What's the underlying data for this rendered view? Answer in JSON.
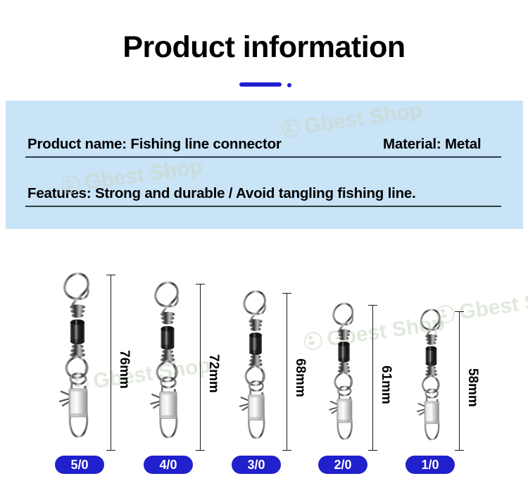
{
  "header": {
    "title": "Product information",
    "accent_color": "#1f1fd0"
  },
  "info_panel": {
    "background_color": "#c9e3f7",
    "rows": [
      {
        "left_text": "Product name: Fishing line connector",
        "right_text": "Material: Metal"
      },
      {
        "left_text": "Features: Strong and durable / Avoid tangling fishing line.",
        "right_text": ""
      }
    ]
  },
  "watermark": {
    "text": "Gbest Shop",
    "icon": "gbest-logo-icon"
  },
  "products": [
    {
      "size_label": "5/0",
      "dimension": "76mm"
    },
    {
      "size_label": "4/0",
      "dimension": "72mm"
    },
    {
      "size_label": "3/0",
      "dimension": "68mm"
    },
    {
      "size_label": "2/0",
      "dimension": "61mm"
    },
    {
      "size_label": "1/0",
      "dimension": "58mm"
    }
  ]
}
